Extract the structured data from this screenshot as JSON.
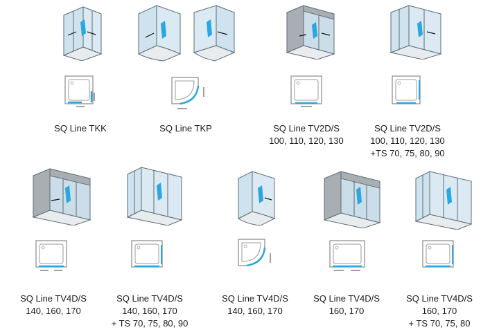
{
  "colors": {
    "glass": "#cfe3ee",
    "glass_edge": "#5b6b75",
    "wall": "#a9aeb2",
    "wall_dark": "#8d9297",
    "tray": "#e9ecee",
    "accent_blue": "#2aa6e0",
    "arrow": "#111111"
  },
  "items": [
    {
      "id": "tkk",
      "lines": [
        "SQ Line TKK"
      ]
    },
    {
      "id": "tkp",
      "lines": [
        "SQ Line TKP"
      ]
    },
    {
      "id": "tv2d-a",
      "lines": [
        "SQ Line TV2D/S",
        "100, 110, 120, 130"
      ]
    },
    {
      "id": "tv2d-b",
      "lines": [
        "SQ Line TV2D/S",
        "100, 110, 120, 130",
        "+TS 70, 75, 80, 90"
      ]
    },
    {
      "id": "tv4d-a",
      "lines": [
        "SQ Line TV4D/S",
        "140, 160, 170"
      ]
    },
    {
      "id": "tv4d-b",
      "lines": [
        "SQ Line TV4D/S",
        "140, 160, 170",
        "+ TS 70, 75, 80, 90"
      ]
    },
    {
      "id": "tv4d-c",
      "lines": [
        "SQ Line TV4D/S",
        "140, 160, 170"
      ]
    },
    {
      "id": "tv4d-d",
      "lines": [
        "SQ Line TV4D/S",
        "160, 170"
      ]
    },
    {
      "id": "tv4d-e",
      "lines": [
        "SQ Line TV4D/S",
        "160, 170",
        "+ TS 70, 75, 80"
      ]
    }
  ]
}
